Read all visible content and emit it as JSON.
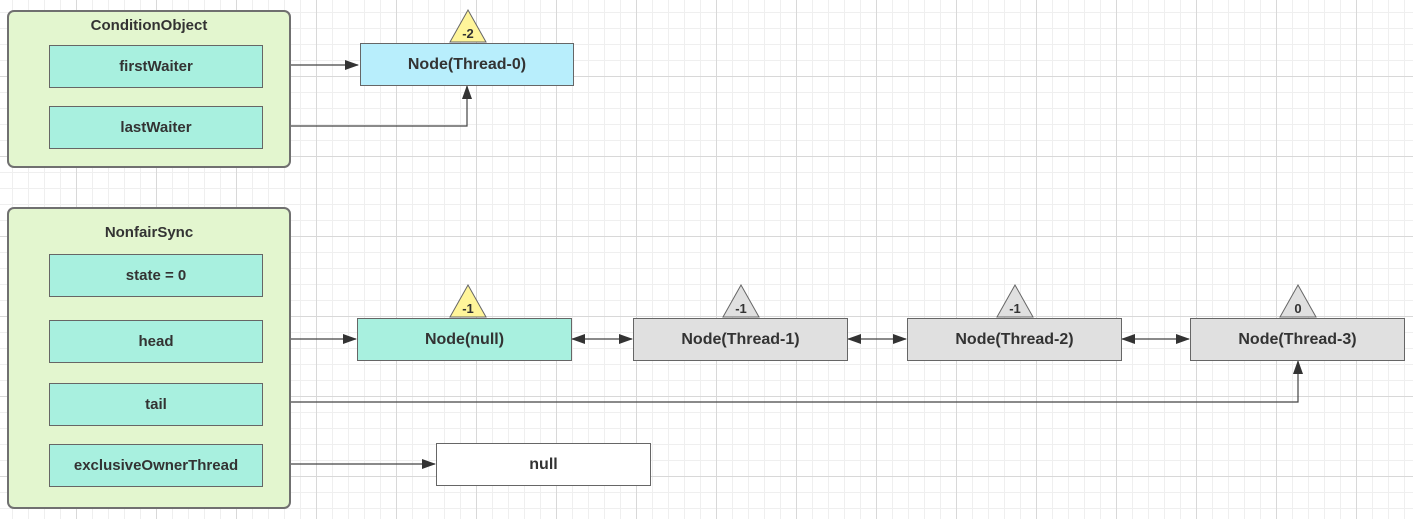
{
  "condition_object": {
    "title": "ConditionObject",
    "first_waiter": "firstWaiter",
    "last_waiter": "lastWaiter"
  },
  "nonfair_sync": {
    "title": "NonfairSync",
    "state": "state = 0",
    "head": "head",
    "tail": "tail",
    "exclusive_owner_thread": "exclusiveOwnerThread"
  },
  "condition_queue": {
    "node": {
      "label": "Node(Thread-0)",
      "wait_status": "-2"
    }
  },
  "sync_queue": {
    "nodes": [
      {
        "label": "Node(null)",
        "wait_status": "-1"
      },
      {
        "label": "Node(Thread-1)",
        "wait_status": "-1"
      },
      {
        "label": "Node(Thread-2)",
        "wait_status": "-1"
      },
      {
        "label": "Node(Thread-3)",
        "wait_status": "0"
      }
    ]
  },
  "owner_value": "null",
  "colors": {
    "group_fill": "#e3f6cf",
    "field_fill": "#a8f0df",
    "waiting_node_fill": "#b8eefc",
    "head_node_fill": "#a8f0df",
    "queued_node_fill": "#e0e0e0",
    "badge_yellow": "#fff59a",
    "badge_grey": "#e0e0e0"
  }
}
